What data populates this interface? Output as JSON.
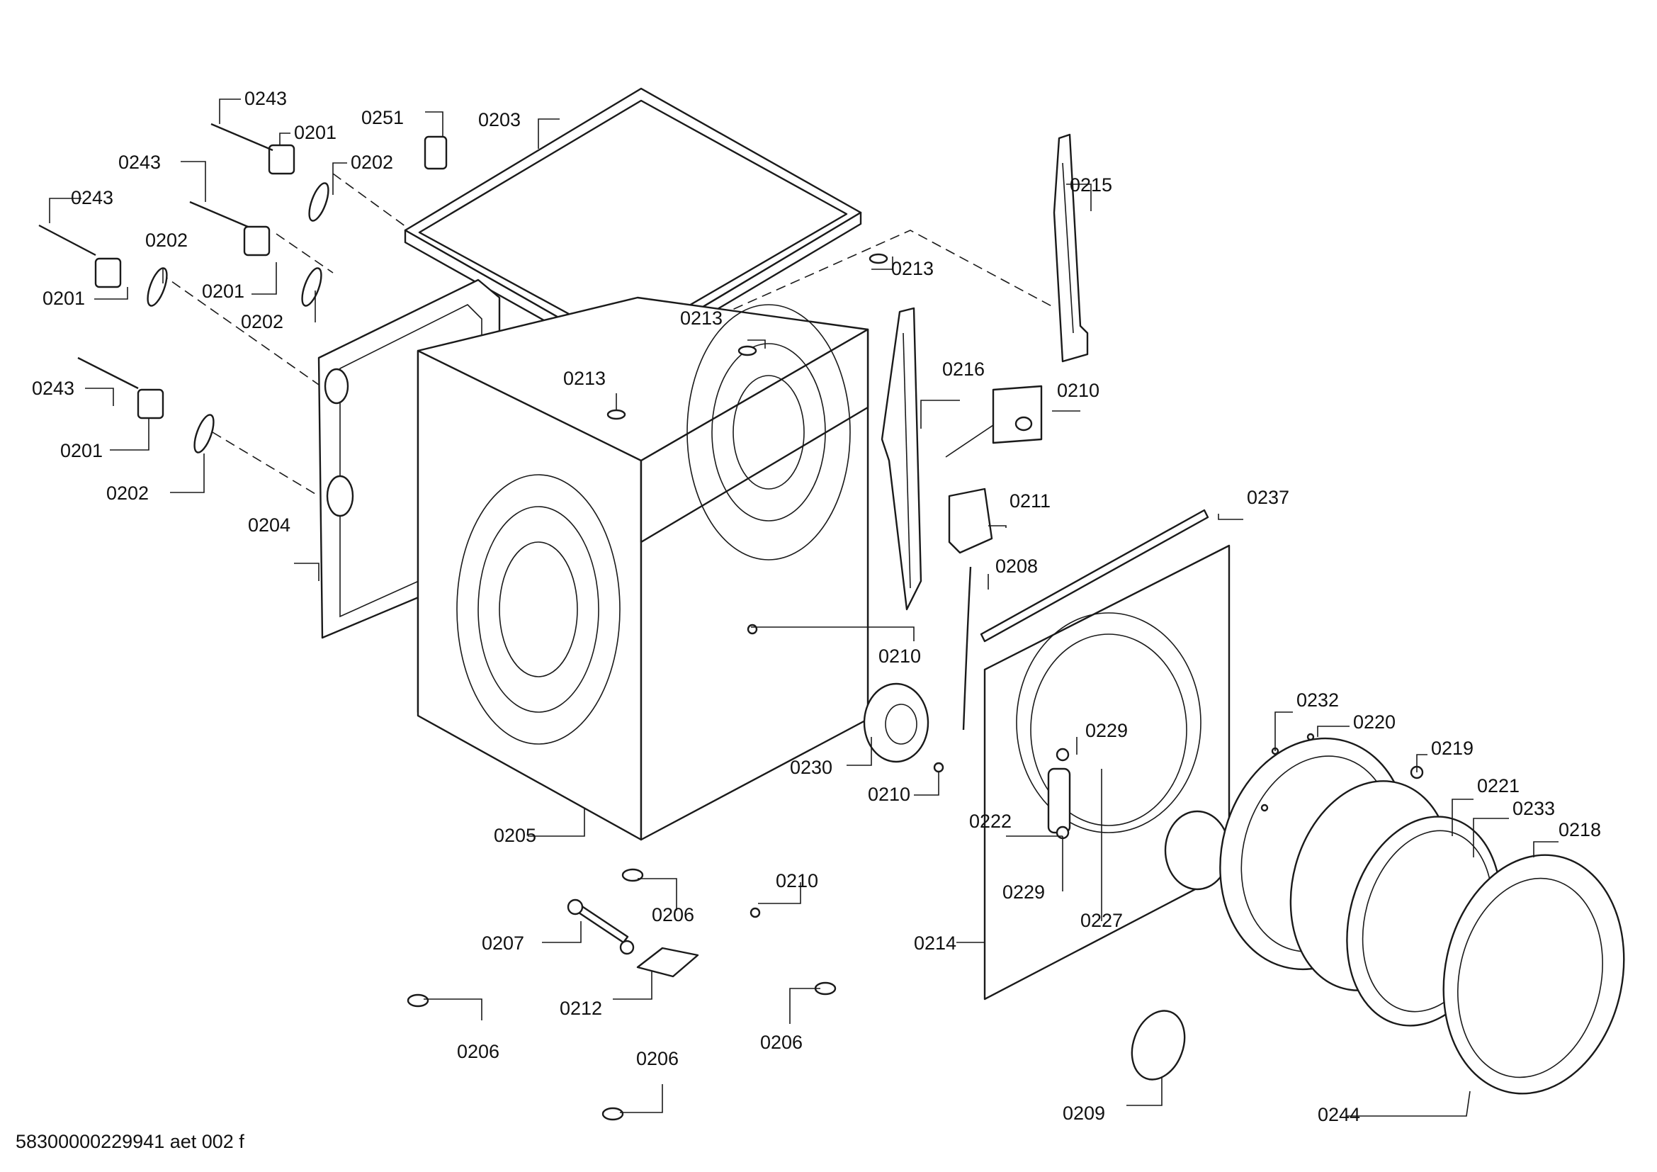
{
  "document_code": "58300000229941 aet 002 f",
  "callouts": [
    "0243",
    "0201",
    "0251",
    "0203",
    "0202",
    "0243",
    "0215",
    "0243",
    "0202",
    "0213",
    "0201",
    "0202",
    "0201",
    "0213",
    "0216",
    "0213",
    "0243",
    "0210",
    "0201",
    "0202",
    "0211",
    "0237",
    "0204",
    "0208",
    "0210",
    "0232",
    "0229",
    "0220",
    "0219",
    "0230",
    "0210",
    "0221",
    "0222",
    "0233",
    "0218",
    "0205",
    "0229",
    "0210",
    "0206",
    "0227",
    "0207",
    "0214",
    "0212",
    "0206",
    "0206",
    "0206",
    "0209",
    "0244"
  ]
}
